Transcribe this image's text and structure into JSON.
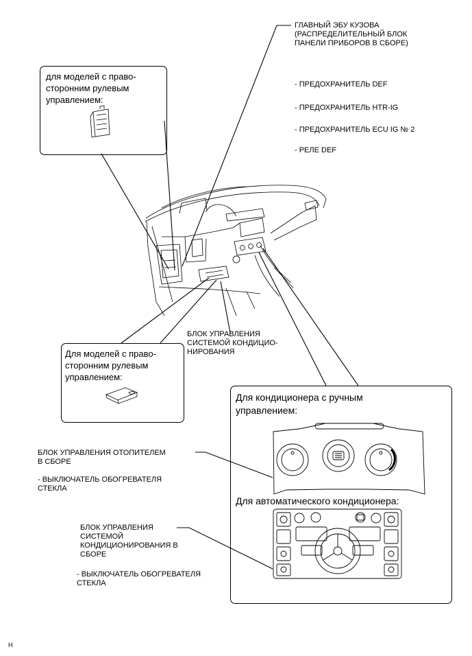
{
  "main_ecu": {
    "label": "ГЛАВНЫЙ ЭБУ КУЗОВА\n(РАСПРЕДЕЛИТЕЛЬНЫЙ БЛОК\nПАНЕЛИ ПРИБОРОВ В СБОРЕ)",
    "items": [
      "- ПРЕДОХРАНИТЕЛЬ DEF",
      "- ПРЕДОХРАНИТЕЛЬ HTR-IG",
      "- ПРЕДОХРАНИТЕЛЬ ECU IG № 2",
      "- РЕЛЕ DEF"
    ]
  },
  "rhd_box_top": {
    "text": "для моделей с право-\nсторонним рулевым\nуправлением:"
  },
  "ac_ecu": {
    "label": "БЛОК УПРАВЛЕНИЯ\nСИСТЕМОЙ КОНДИЦИО-\nНИРОВАНИЯ"
  },
  "rhd_box_bottom": {
    "text": "Для моделей с право-\nсторонним рулевым\nуправлением:"
  },
  "climate_box": {
    "manual_title": "Для кондиционера с ручным\nуправлением:",
    "auto_title": "Для автоматического кондиционера:"
  },
  "heater_ctrl": {
    "label": "БЛОК УПРАВЛЕНИЯ ОТОПИТЕЛЕМ\nВ СБОРЕ",
    "switch": "- ВЫКЛЮЧАТЕЛЬ ОБОГРЕВАТЕЛЯ\nСТЕКЛА"
  },
  "ac_ctrl": {
    "label": "БЛОК УПРАВЛЕНИЯ\nСИСТЕМОЙ\nКОНДИЦИОНИРОВАНИЯ В\nСБОРЕ",
    "switch": "- ВЫКЛЮЧАТЕЛЬ ОБОГРЕВАТЕЛЯ\nСТЕКЛА"
  },
  "footer": {
    "code": "H"
  }
}
